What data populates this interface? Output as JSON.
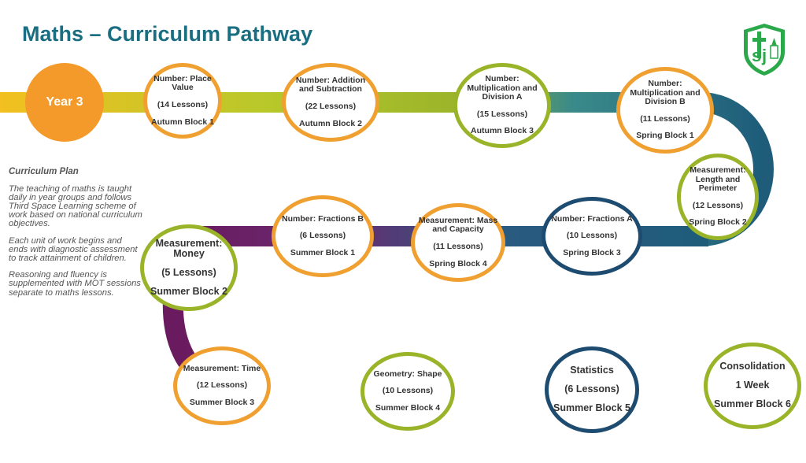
{
  "title": "Maths – Curriculum Pathway",
  "year": "Year 3",
  "plan": {
    "heading": "Curriculum Plan",
    "paragraphs": [
      "The teaching of maths is taught daily in year groups and follows Third Space Learning scheme of work based on national curriculum objectives.",
      "Each unit of work begins and ends with diagnostic assessment to track attainment of children.",
      "Reasoning and fluency is supplemented with MOT sessions separate to maths lessons."
    ]
  },
  "logo_text": "SJ",
  "colors": {
    "title": "#1a6e82",
    "orange": "#f0a030",
    "green": "#9ab42a",
    "navy": "#1e4c70",
    "purple": "#6a1a5e"
  },
  "units": [
    {
      "name": "Number: Place Value",
      "lessons": "(14 Lessons)",
      "block": "Autumn Block 1"
    },
    {
      "name": "Number: Addition and Subtraction",
      "lessons": "(22 Lessons)",
      "block": "Autumn Block 2"
    },
    {
      "name": "Number: Multiplication and Division A",
      "lessons": "(15 Lessons)",
      "block": "Autumn Block 3"
    },
    {
      "name": "Number: Multiplication and Division B",
      "lessons": "(11 Lessons)",
      "block": "Spring Block 1"
    },
    {
      "name": "Measurement: Length and Perimeter",
      "lessons": "(12 Lessons)",
      "block": "Spring Block 2"
    },
    {
      "name": "Number: Fractions A",
      "lessons": "(10 Lessons)",
      "block": "Spring Block 3"
    },
    {
      "name": "Measurement: Mass and Capacity",
      "lessons": "(11 Lessons)",
      "block": "Spring Block 4"
    },
    {
      "name": "Number: Fractions B",
      "lessons": "(6 Lessons)",
      "block": "Summer Block 1"
    },
    {
      "name": "Measurement: Money",
      "lessons": "(5 Lessons)",
      "block": "Summer Block 2"
    },
    {
      "name": "Measurement: Time",
      "lessons": "(12 Lessons)",
      "block": "Summer Block 3"
    },
    {
      "name": "Geometry: Shape",
      "lessons": "(10 Lessons)",
      "block": "Summer Block 4"
    },
    {
      "name": "Statistics",
      "lessons": "(6 Lessons)",
      "block": "Summer Block 5"
    },
    {
      "name": "Consolidation",
      "lessons": "1 Week",
      "block": "Summer Block 6"
    }
  ]
}
